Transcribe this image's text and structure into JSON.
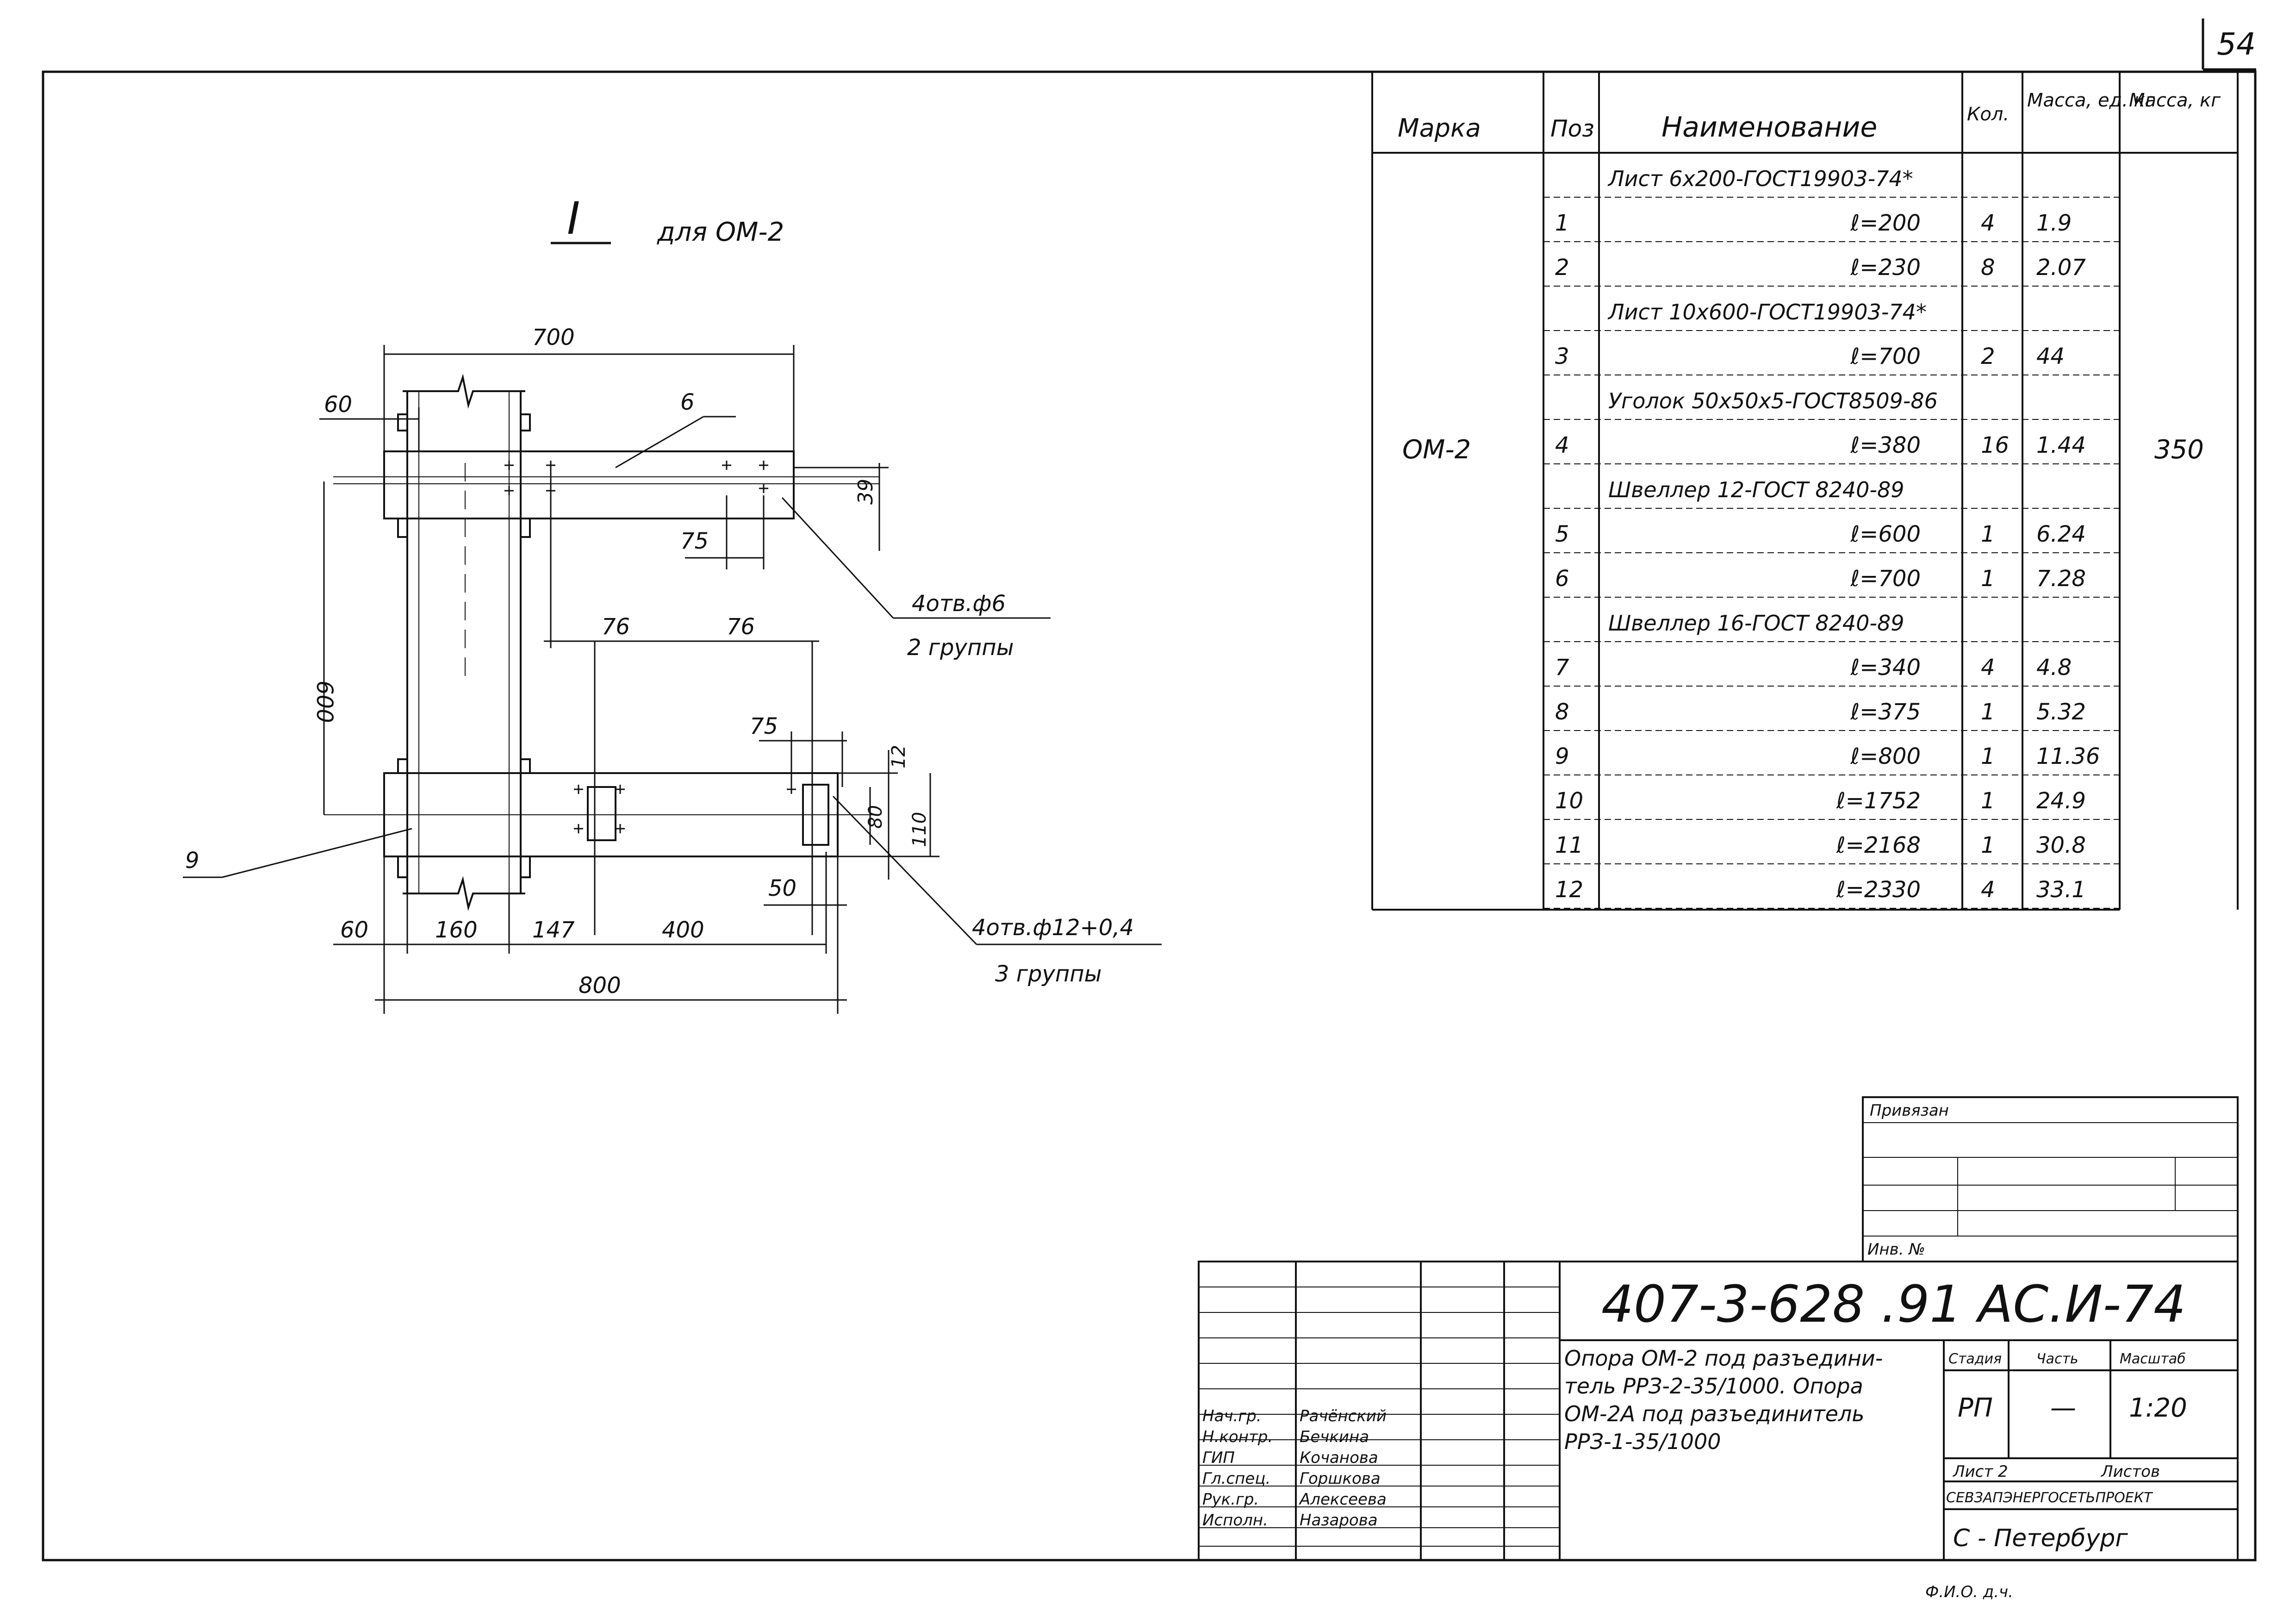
{
  "page_number": "54",
  "detail": {
    "mark": "I",
    "caption": "для ОМ-2",
    "dims": {
      "top_width": "700",
      "top_left": "60",
      "height": "600",
      "d75a": "75",
      "d39": "39",
      "d76a": "76",
      "d76b": "76",
      "d75b": "75",
      "d12": "12",
      "d80": "80",
      "d110": "110",
      "d50": "50",
      "b60": "60",
      "b160": "160",
      "b147": "147",
      "b400": "400",
      "total": "800"
    },
    "labels": {
      "pos6": "6",
      "pos9": "9",
      "holes_top_1": "4отв.ф6",
      "holes_top_2": "2 группы",
      "holes_bot_1": "4отв.ф12+0,4",
      "holes_bot_2": "3 группы"
    }
  },
  "spec_table": {
    "headers": {
      "marka": "Марка",
      "poz": "Поз",
      "name": "Наименование",
      "kol": "Кол.",
      "mass_unit": "Масса, ед. кг",
      "mass": "Масса, кг"
    },
    "marka_value": "ОМ-2",
    "mass_total": "350",
    "rows": [
      {
        "poz": "",
        "name": "Лист 6х200-ГОСТ19903-74*",
        "kol": "",
        "mu": "",
        "section": true
      },
      {
        "poz": "1",
        "name": "ℓ=200",
        "kol": "4",
        "mu": "1.9"
      },
      {
        "poz": "2",
        "name": "ℓ=230",
        "kol": "8",
        "mu": "2.07"
      },
      {
        "poz": "",
        "name": "Лист 10х600-ГОСТ19903-74*",
        "kol": "",
        "mu": "",
        "section": true
      },
      {
        "poz": "3",
        "name": "ℓ=700",
        "kol": "2",
        "mu": "44"
      },
      {
        "poz": "",
        "name": "Уголок 50х50х5-ГОСТ8509-86",
        "kol": "",
        "mu": "",
        "section": true
      },
      {
        "poz": "4",
        "name": "ℓ=380",
        "kol": "16",
        "mu": "1.44"
      },
      {
        "poz": "",
        "name": "Швеллер 12-ГОСТ 8240-89",
        "kol": "",
        "mu": "",
        "section": true
      },
      {
        "poz": "5",
        "name": "ℓ=600",
        "kol": "1",
        "mu": "6.24"
      },
      {
        "poz": "6",
        "name": "ℓ=700",
        "kol": "1",
        "mu": "7.28"
      },
      {
        "poz": "",
        "name": "Швеллер 16-ГОСТ 8240-89",
        "kol": "",
        "mu": "",
        "section": true
      },
      {
        "poz": "7",
        "name": "ℓ=340",
        "kol": "4",
        "mu": "4.8"
      },
      {
        "poz": "8",
        "name": "ℓ=375",
        "kol": "1",
        "mu": "5.32"
      },
      {
        "poz": "9",
        "name": "ℓ=800",
        "kol": "1",
        "mu": "11.36"
      },
      {
        "poz": "10",
        "name": "ℓ=1752",
        "kol": "1",
        "mu": "24.9"
      },
      {
        "poz": "11",
        "name": "ℓ=2168",
        "kol": "1",
        "mu": "30.8"
      },
      {
        "poz": "12",
        "name": "ℓ=2330",
        "kol": "4",
        "mu": "33.1"
      }
    ]
  },
  "stamp": {
    "privyazan": "Привязан",
    "inv": "Инв. №",
    "code": "407-3-628 .91 АС.И-74",
    "title": "Опора ОМ-2 под разъединитель РРЗ-2-35/1000. Опора ОМ-2А под разъединитель РРЗ-1-35/1000",
    "title_lines": [
      "Опора ОМ-2 под разъедини-",
      "тель РРЗ-2-35/1000. Опора",
      "ОМ-2А под разъединитель",
      "РРЗ-1-35/1000"
    ],
    "col_stage": "Стадия",
    "col_sheet": "Часть",
    "col_scale": "Масштаб",
    "stage": "РП",
    "sheet": "—",
    "scale": "1:20",
    "sheet_line": "Лист 2",
    "sheets_total": "Листов",
    "org": "СЕВЗАПЭНЕРГОСЕТЬПРОЕКТ",
    "city": "С - Петербург",
    "signatures": [
      {
        "role": "Нач.гр.",
        "name": "Рачёнский"
      },
      {
        "role": "Н.контр.",
        "name": "Бечкина"
      },
      {
        "role": "ГИП",
        "name": "Кочанова"
      },
      {
        "role": "Гл.спец.",
        "name": "Горшкова"
      },
      {
        "role": "Рук.гр.",
        "name": "Алексеева"
      },
      {
        "role": "Исполн.",
        "name": "Назарова"
      }
    ]
  },
  "footer_note": "Ф.И.О. д.ч."
}
